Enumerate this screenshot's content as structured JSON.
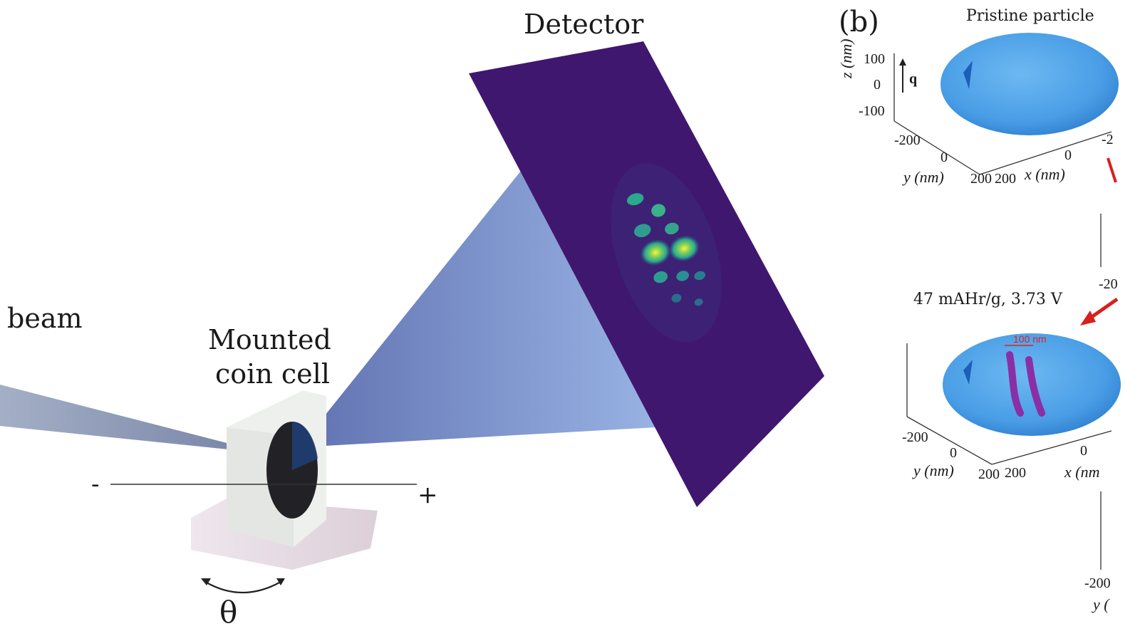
{
  "panel_a": {
    "beam_label": "beam",
    "detector_label": "Detector",
    "cell_label_line1": "Mounted",
    "cell_label_line2": "coin cell",
    "minus_sign": "-",
    "plus_sign": "+",
    "rotation_symbol": "θ"
  },
  "panel_b": {
    "tag": "(b)",
    "top_title": "Pristine particle",
    "q_label": "q",
    "z_axis_label": "z (nm)",
    "z_ticks": [
      "100",
      "0",
      "-100"
    ],
    "state_label": "47 mAHr/g, 3.73 V",
    "scale_bar_label": "100 nm",
    "top_plot": {
      "y_ticks": [
        "-200",
        "0",
        "200"
      ],
      "y_axis_label": "y (nm)",
      "x_ticks": [
        "200",
        "0",
        "-2"
      ],
      "x_axis_label": "x (nm)"
    },
    "mid_plot": {
      "y_ticks": [
        "-200",
        "0",
        "200"
      ],
      "y_axis_label": "y (nm)",
      "x_ticks": [
        "200",
        "0"
      ],
      "x_axis_label": "x (nm"
    },
    "right_partial_ticks": [
      "-20",
      "-200"
    ],
    "right_partial_axis": "y ("
  },
  "colors": {
    "detector_bg": "#40176e",
    "particle": "#4fa3e8",
    "arrow_red": "#d8201e",
    "beam": "#6f86c4",
    "dislocation": "#8a2fa6"
  }
}
